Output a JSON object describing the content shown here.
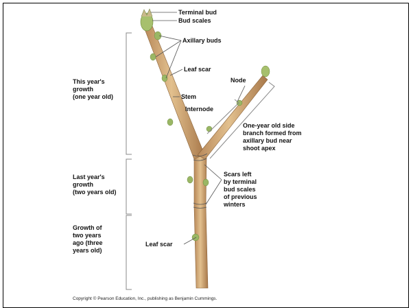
{
  "labels": {
    "terminal_bud": "Terminal bud",
    "bud_scales": "Bud scales",
    "axillary_buds": "Axillary buds",
    "leaf_scar_upper": "Leaf scar",
    "stem": "Stem",
    "node": "Node",
    "internode": "Internode",
    "side_branch": [
      "One-year old side",
      "branch formed from",
      "axillary bud near",
      "shoot apex"
    ],
    "scars_terminal": [
      "Scars left",
      "by terminal",
      "bud scales",
      "of previous",
      "winters"
    ],
    "leaf_scar_lower": "Leaf scar"
  },
  "growth_sections": [
    {
      "lines": [
        "This year's",
        "growth",
        "(one year old)"
      ]
    },
    {
      "lines": [
        "Last year's",
        "growth",
        "(two years old)"
      ]
    },
    {
      "lines": [
        "Growth of",
        "two years",
        "ago (three",
        "years old)"
      ]
    }
  ],
  "copyright": "Copyright © Pearson Education, Inc., publishing as Benjamin Cummings.",
  "colors": {
    "bark": "#c9a06a",
    "bark_dark": "#a8784a",
    "bud": "#8fb05a",
    "bud_tip": "#c9b98a"
  }
}
